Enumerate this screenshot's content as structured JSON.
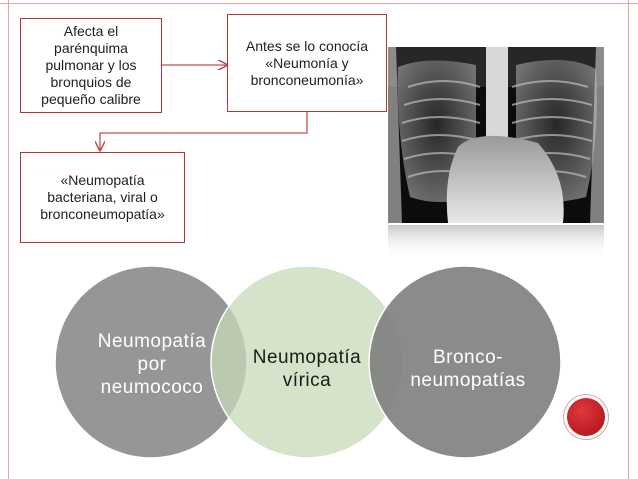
{
  "boxes": {
    "top_left": "Afecta el parénquima\npulmonar y los\nbronquios de\npequeño calibre",
    "top_right": "Antes se lo conocía\n«Neumonía y\nbronconeumonía»",
    "bottom_left": "«Neumopatía\nbacteriana, viral o\nbronconeumopatía»"
  },
  "venn": {
    "left": "Neumopatía\npor\nneumococo",
    "middle": "Neumopatía\nvírica",
    "right": "Bronco-\nneumopatías"
  },
  "colors": {
    "box_border": "#b5343a",
    "arrow": "#c0504d",
    "circle_left": "#909090",
    "circle_middle": "#c5d9b7",
    "circle_right": "#7e7e7e",
    "accent_dot": "#c0151e",
    "frame": "#e2a6a6"
  },
  "image": {
    "subject": "chest-xray"
  }
}
